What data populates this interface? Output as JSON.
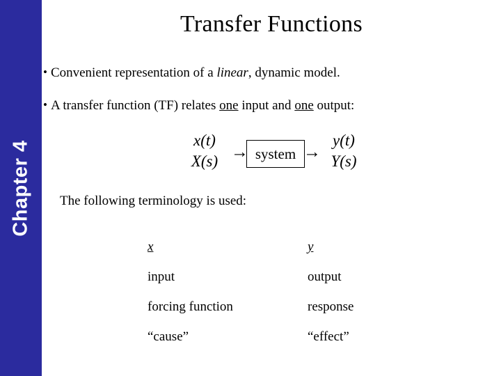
{
  "slide": {
    "title": "Transfer Functions",
    "sidebar_label": "Chapter 4",
    "accent_color": "#2b2b9e",
    "bullets": [
      {
        "marker": "•",
        "text_before": "Convenient representation of a ",
        "emphasis": "linear",
        "text_after": ", dynamic model."
      },
      {
        "marker": "•",
        "text_before": "A transfer function (TF) relates ",
        "underline_1": "one",
        "text_middle": " input and ",
        "underline_2": "one",
        "text_after": " output:"
      }
    ],
    "diagram": {
      "input_numerator": "x(t)",
      "input_denominator": "X(s)",
      "arrow_left": "→",
      "system_label": "system",
      "arrow_right": "→",
      "output_numerator": "y(t)",
      "output_denominator": "Y(s)"
    },
    "terminology_intro": "The following terminology is used:",
    "terminology": {
      "headers": [
        "x",
        "y"
      ],
      "rows": [
        [
          "input",
          "output"
        ],
        [
          "forcing function",
          "response"
        ],
        [
          "“cause”",
          "“effect”"
        ]
      ]
    }
  }
}
